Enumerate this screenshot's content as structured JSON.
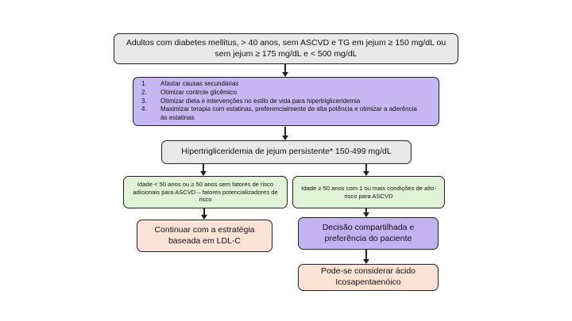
{
  "nodes": {
    "start": "Adultos com diabetes mellitus, > 40 anos, sem ASCVD e TG em jejum ≥ 150 mg/dL ou sem jejum ≥ 175 mg/dL e < 500 mg/dL",
    "steps": [
      {
        "num": "1.",
        "text": "Afastar causas secundárias"
      },
      {
        "num": "2.",
        "text": "Otimizar controle glicêmico"
      },
      {
        "num": "3.",
        "text": "Otimizar dieta e intervenções no estilo de vida para hipertrigliceridemia"
      },
      {
        "num": "4.",
        "text": "Maximizar terapia com estatinas, preferencialmente de alta potência e otimizar a aderência às estatinas"
      }
    ],
    "persistent": "Hipertrigliceridemia de jejum persistente* 150-499 mg/dL",
    "left_condition": "Idade < 50 anos ou ≥ 50 anos sem fatores de risco adicionais para ASCVD – fatores potencializadores de risco",
    "right_condition": "Idade ≥ 50 anos com 1 ou mais condições de alto-risco para ASCVD",
    "left_outcome": "Continuar com a estratégia baseada em LDL-C",
    "shared_decision": "Decisão compartilhada e preferência do paciente",
    "final": "Pode-se considerar ácido Icosapentaenóico"
  }
}
